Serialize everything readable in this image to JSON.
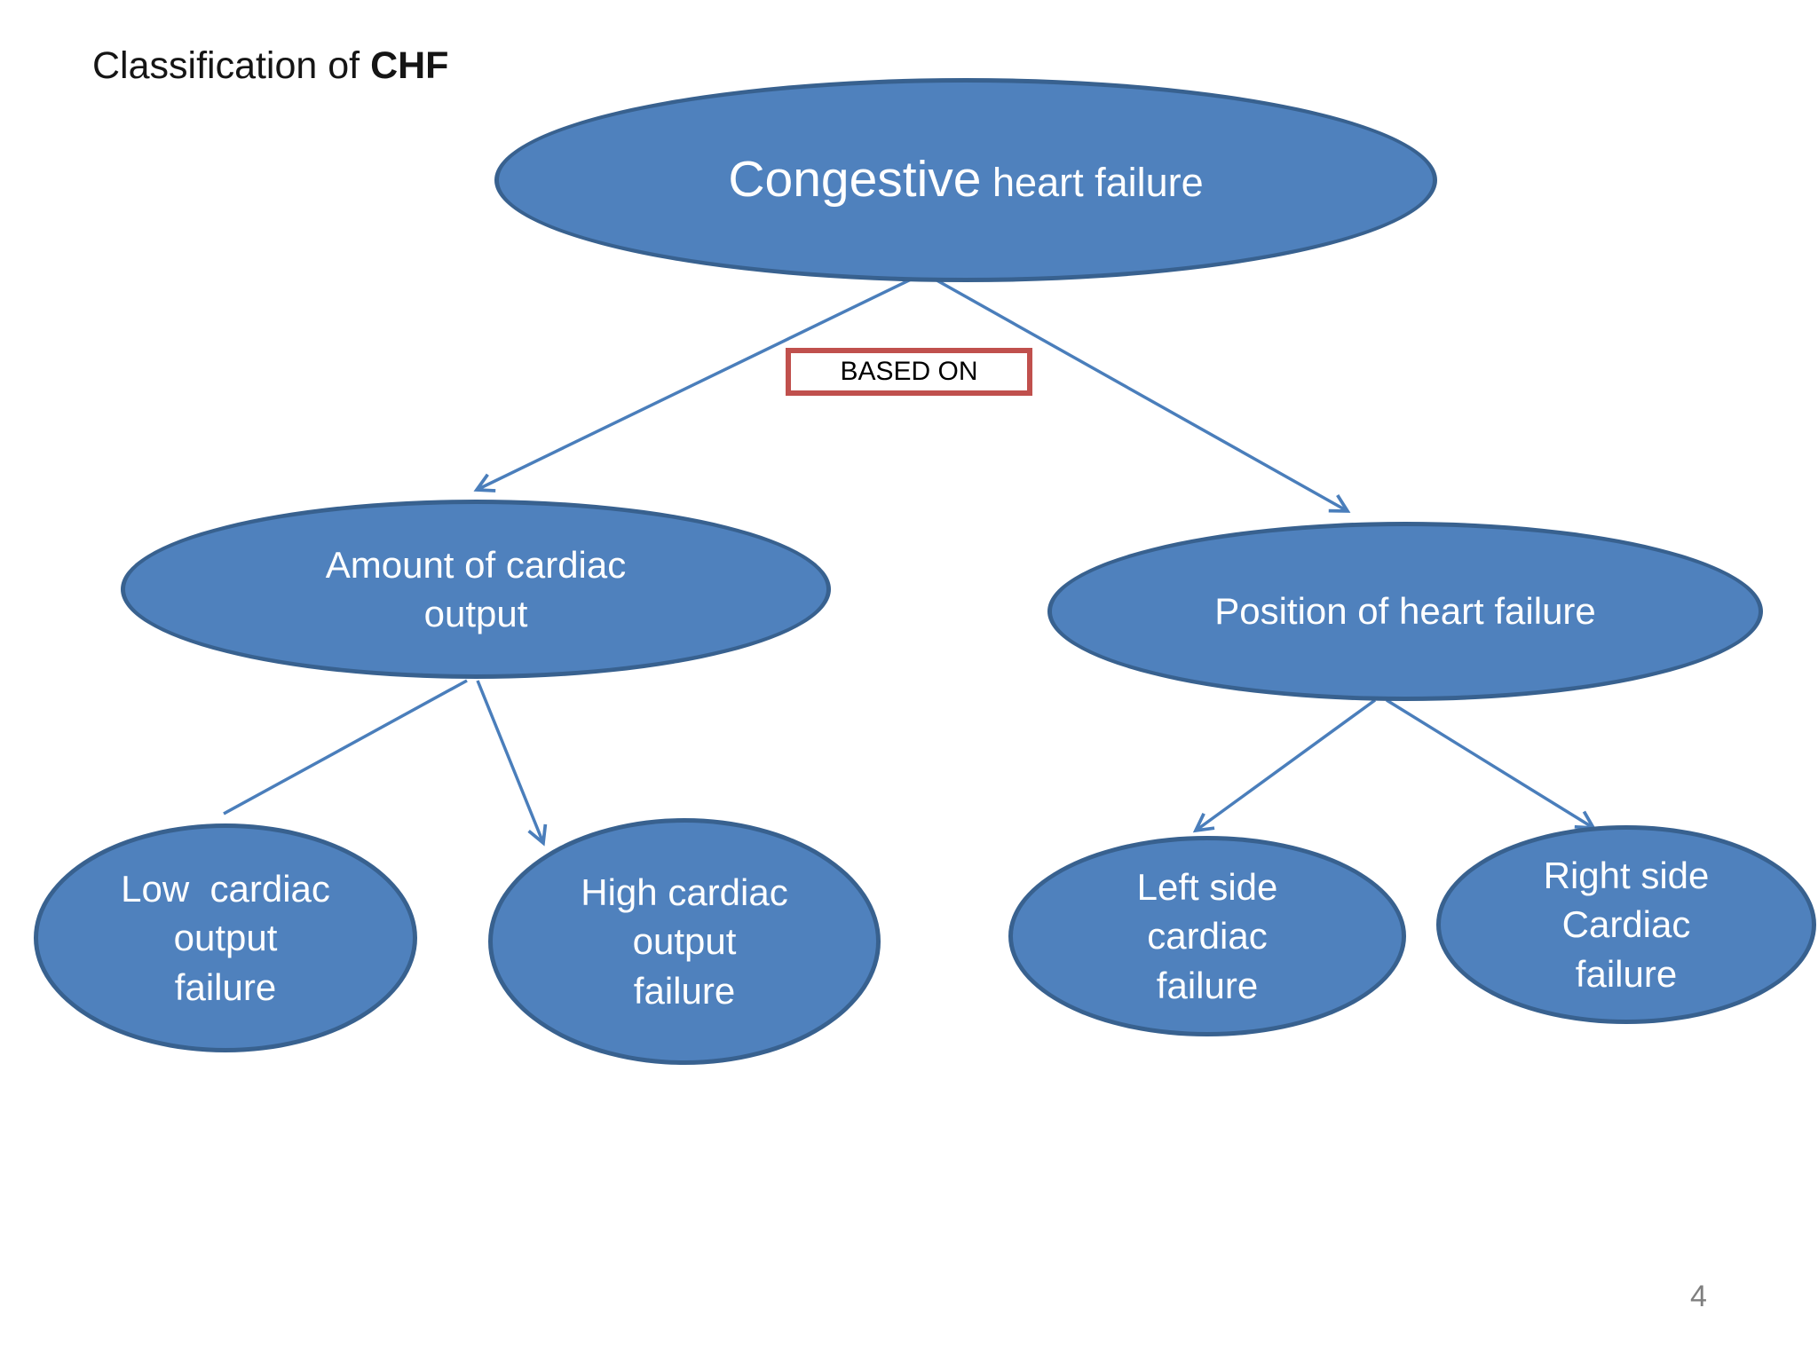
{
  "slide": {
    "title_prefix": "Classification of ",
    "title_bold": "CHF",
    "page_number": "4"
  },
  "colors": {
    "ellipse_fill": "#4f81bd",
    "ellipse_border": "#38618f",
    "connector": "#4a7ebb",
    "based_on_border": "#c0504d"
  },
  "nodes": {
    "root": {
      "emphasis": "Congestive",
      "rest": " heart failure"
    },
    "based_on": {
      "label": "BASED ON"
    },
    "amount": {
      "lines": [
        "Amount of cardiac",
        "output"
      ]
    },
    "position": {
      "lines": [
        "Position of heart failure"
      ]
    },
    "low_output": {
      "lines": [
        "Low  cardiac",
        "output",
        "failure"
      ]
    },
    "high_output": {
      "lines": [
        "High cardiac",
        "output",
        "failure"
      ]
    },
    "left_side": {
      "lines": [
        "Left side",
        "cardiac",
        "failure"
      ]
    },
    "right_side": {
      "lines": [
        "Right side",
        "Cardiac",
        "failure"
      ]
    }
  }
}
